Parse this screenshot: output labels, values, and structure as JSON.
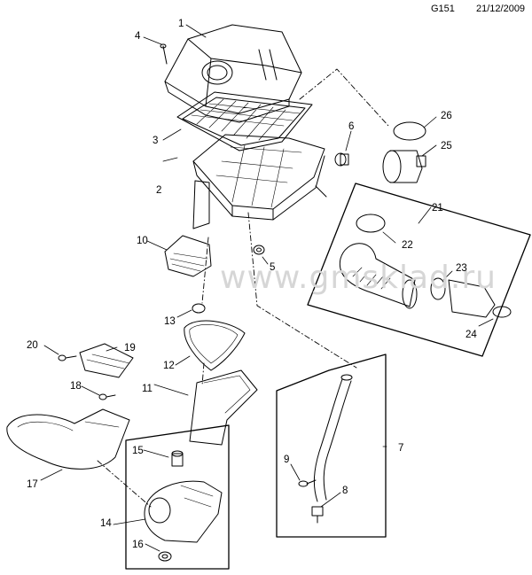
{
  "header": {
    "code": "G151",
    "date": "21/12/2009"
  },
  "watermark": "www.gmsklad.ru",
  "callouts": [
    "1",
    "2",
    "3",
    "4",
    "5",
    "6",
    "7",
    "8",
    "9",
    "10",
    "11",
    "12",
    "13",
    "14",
    "15",
    "16",
    "17",
    "18",
    "19",
    "20",
    "21",
    "22",
    "23",
    "24",
    "25",
    "26"
  ],
  "colors": {
    "ink": "#000000",
    "watermark": "#d6d6d6",
    "paper": "#ffffff"
  }
}
